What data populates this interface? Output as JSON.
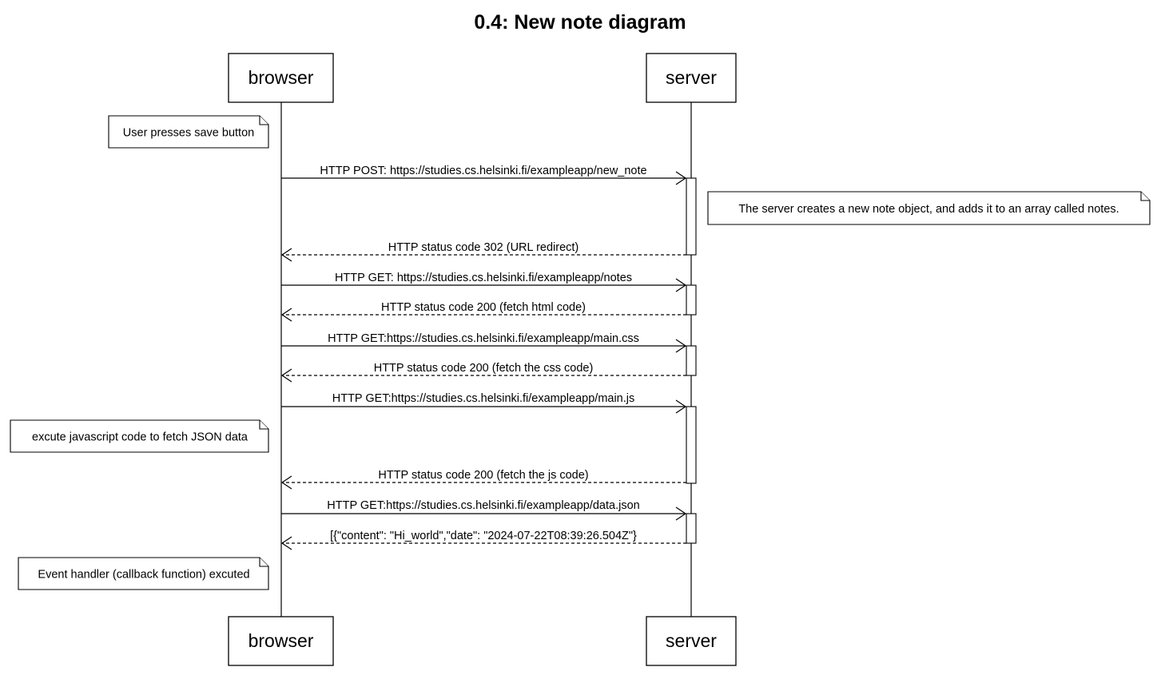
{
  "title": "0.4: New note diagram",
  "participants": [
    {
      "id": "browser",
      "label": "browser"
    },
    {
      "id": "server",
      "label": "server"
    }
  ],
  "messages": [
    {
      "from": "browser",
      "to": "server",
      "label": "HTTP POST: https://studies.cs.helsinki.fi/exampleapp/new_note",
      "style": "solid"
    },
    {
      "from": "server",
      "to": "browser",
      "label": "HTTP status code 302 (URL redirect)",
      "style": "dashed"
    },
    {
      "from": "browser",
      "to": "server",
      "label": "HTTP GET: https://studies.cs.helsinki.fi/exampleapp/notes",
      "style": "solid"
    },
    {
      "from": "server",
      "to": "browser",
      "label": "HTTP status code 200 (fetch html code)",
      "style": "dashed"
    },
    {
      "from": "browser",
      "to": "server",
      "label": "HTTP GET:https://studies.cs.helsinki.fi/exampleapp/main.css",
      "style": "solid"
    },
    {
      "from": "server",
      "to": "browser",
      "label": "HTTP status code 200 (fetch the css code)",
      "style": "dashed"
    },
    {
      "from": "browser",
      "to": "server",
      "label": "HTTP GET:https://studies.cs.helsinki.fi/exampleapp/main.js",
      "style": "solid"
    },
    {
      "from": "server",
      "to": "browser",
      "label": "HTTP status code 200 (fetch the js code)",
      "style": "dashed"
    },
    {
      "from": "browser",
      "to": "server",
      "label": "HTTP GET:https://studies.cs.helsinki.fi/exampleapp/data.json",
      "style": "solid"
    },
    {
      "from": "server",
      "to": "browser",
      "label": "[{\"content\": \"Hi_world\",\"date\": \"2024-07-22T08:39:26.504Z\"}",
      "style": "dashed"
    }
  ],
  "notes": [
    {
      "participant": "browser",
      "side": "left",
      "text": "User presses save button"
    },
    {
      "participant": "server",
      "side": "right",
      "text": "The server creates a new note object, and adds it to an array called notes."
    },
    {
      "participant": "browser",
      "side": "left",
      "text": "excute javascript code to fetch JSON data"
    },
    {
      "participant": "browser",
      "side": "left",
      "text": "Event handler (callback function) excuted"
    }
  ]
}
